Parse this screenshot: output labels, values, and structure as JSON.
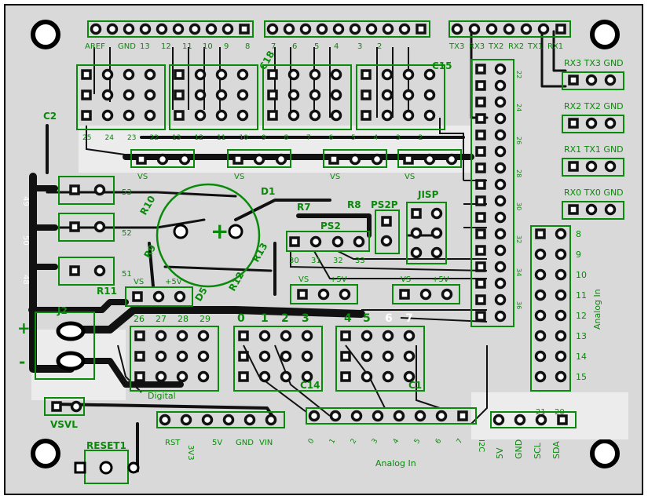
{
  "colors": {
    "board": "#d9d9d9",
    "copper": "#111111",
    "silk": "#0a8a0a",
    "pad": "#ffffff",
    "edge": "#000000"
  },
  "labels": {
    "top_left_header": [
      "AREF",
      "GND",
      "13",
      "12",
      "11",
      "10",
      "9",
      "8"
    ],
    "top_mid_header": [
      "7",
      "6",
      "5",
      "4",
      "3",
      "2"
    ],
    "top_right_header": [
      "TX3",
      "RX3",
      "TX2",
      "RX2",
      "TX1",
      "RX1"
    ],
    "grid_row_top": [
      "22",
      "24",
      "26",
      "28",
      "30",
      "32",
      "34",
      "36"
    ],
    "grid_bottom_numbers": [
      "25",
      "24",
      "23",
      "22",
      "13",
      "12",
      "11",
      "10",
      "9",
      "8",
      "7",
      "6",
      "5",
      "4",
      "3",
      "2"
    ],
    "uart_rows": [
      {
        "a": "RX3",
        "b": "TX3",
        "c": "GND"
      },
      {
        "a": "RX2",
        "b": "TX2",
        "c": "GND"
      },
      {
        "a": "RX1",
        "b": "TX1",
        "c": "GND"
      },
      {
        "a": "RX0",
        "b": "TX0",
        "c": "GND"
      }
    ],
    "analog_right_numbers": [
      "8",
      "9",
      "10",
      "11",
      "12",
      "13",
      "14",
      "15"
    ],
    "analog_right_title": "Analog In",
    "vs_labels": [
      "VS",
      "VS",
      "VS",
      "VS",
      "VS",
      "VS"
    ],
    "plus5v": [
      "+5V",
      "+5V",
      "+5V"
    ],
    "components": [
      "C2",
      "R10",
      "R9",
      "R13",
      "R7",
      "R8",
      "PS2",
      "PS2P",
      "JISP",
      "D1",
      "D5",
      "R12",
      "R11",
      "J2",
      "VSVL",
      "RESET1",
      "C18",
      "C15",
      "C14",
      "C1"
    ],
    "left_side_numbers": [
      "53",
      "52",
      "51",
      "49",
      "50",
      "48"
    ],
    "mid_row_numbers": [
      "30",
      "31",
      "32",
      "33"
    ],
    "digital_row": [
      "26",
      "27",
      "28",
      "29"
    ],
    "digital_label": "Digital",
    "big_numbers": [
      "0",
      "1",
      "2",
      "3",
      "4",
      "5",
      "6",
      "7"
    ],
    "power_header": [
      "RST",
      "3V3",
      "5V",
      "GND",
      "VIN"
    ],
    "analog_bottom_numbers": [
      "0",
      "1",
      "2",
      "3",
      "4",
      "5",
      "6",
      "7"
    ],
    "analog_bottom_title": "Analog In",
    "i2c_header": [
      "5V",
      "GND",
      "SCL",
      "SDA"
    ],
    "i2c_numbers": [
      "21",
      "20"
    ],
    "i2c_label": "I2C",
    "polarity": [
      "+",
      "-"
    ]
  }
}
